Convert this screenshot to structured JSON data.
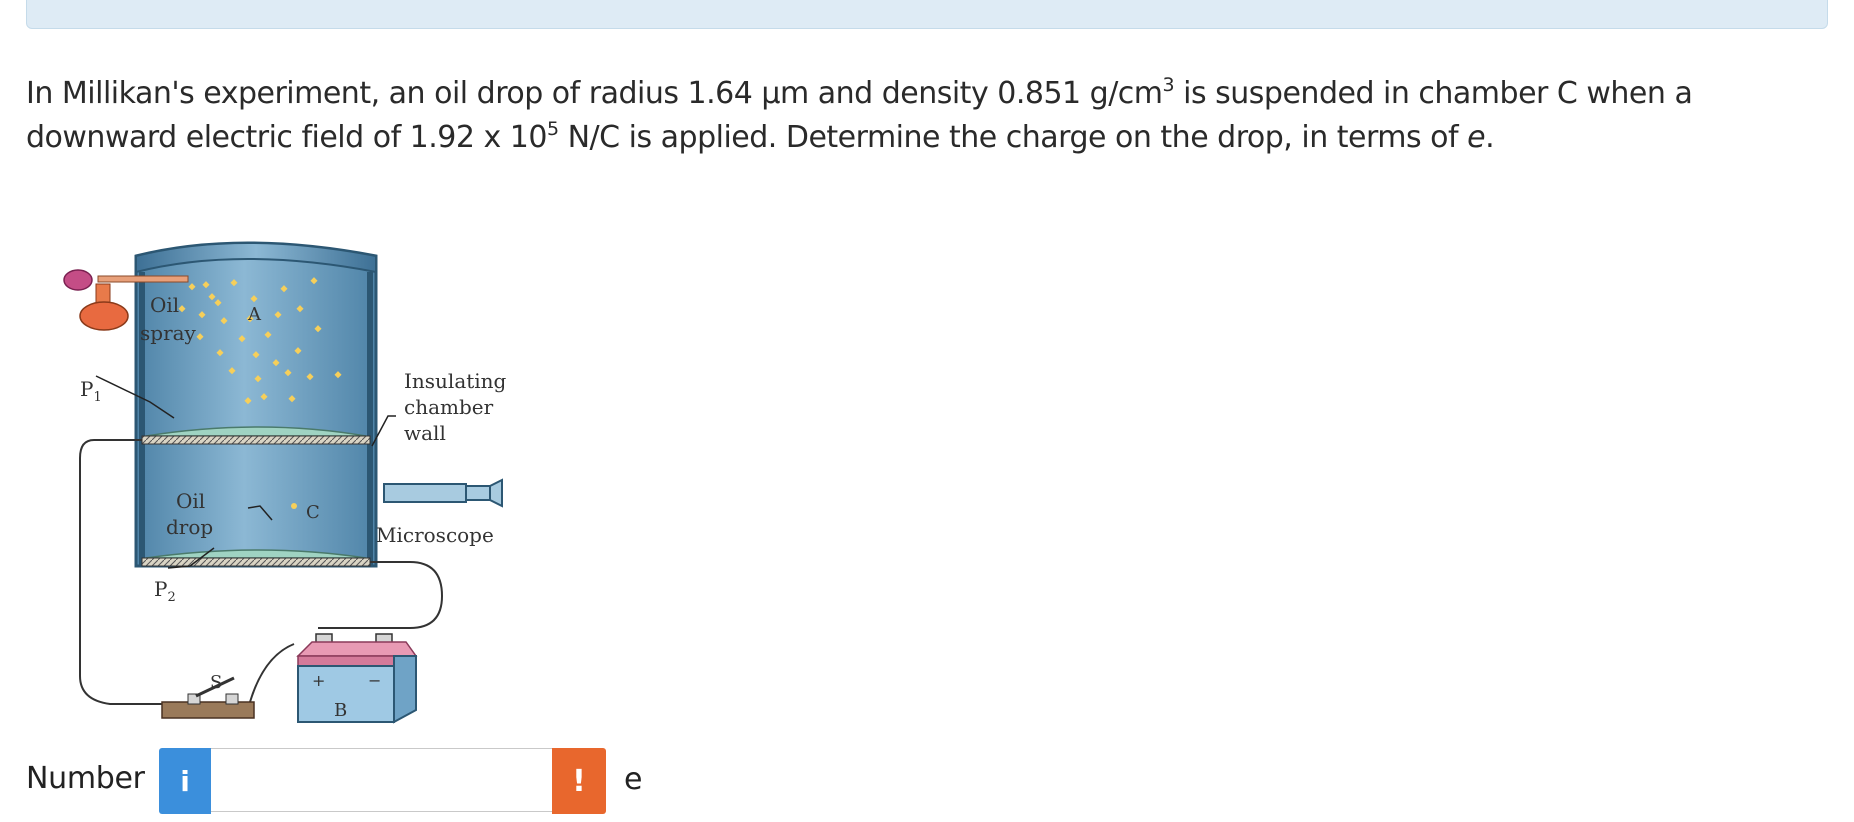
{
  "question": {
    "part1": "In Millikan's experiment, an oil drop of radius 1.64 ",
    "mu": "μ",
    "part2": "m and density 0.851 g/cm",
    "density_exp": "3",
    "part3": " is suspended in chamber C when a downward electric field of 1.92 x 10",
    "field_exp": "5",
    "part4": " N/C is applied. Determine the charge on the drop, in terms of ",
    "e_symbol": "e",
    "part5": "."
  },
  "figure": {
    "label_oil_spray_1": "Oil",
    "label_oil_spray_2": "spray",
    "label_A": "A",
    "label_P1": "P",
    "label_P1_sub": "1",
    "label_insulating_1": "Insulating",
    "label_insulating_2": "chamber",
    "label_insulating_3": "wall",
    "label_oil_drop_1": "Oil",
    "label_oil_drop_2": "drop",
    "label_C": "C",
    "label_microscope": "Microscope",
    "label_P2": "P",
    "label_P2_sub": "2",
    "label_S": "S",
    "label_plus": "+",
    "label_minus": "−",
    "label_B": "B"
  },
  "answer": {
    "label": "Number",
    "info_symbol": "i",
    "value": "",
    "warn_symbol": "!",
    "unit": "e"
  },
  "colors": {
    "banner": "#deebf5",
    "info_button": "#3b8fdc",
    "warn_button": "#e8672d",
    "chamber": "#6f9fbe",
    "oil_droplets": "#f6cf5a"
  }
}
